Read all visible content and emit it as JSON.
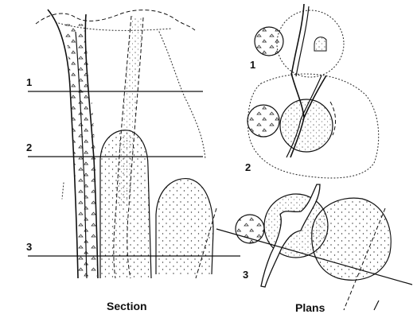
{
  "section": {
    "caption": "Section",
    "levels": [
      "1",
      "2",
      "3"
    ]
  },
  "plans": {
    "caption": "Plans",
    "labels": [
      "1",
      "2",
      "3"
    ]
  }
}
